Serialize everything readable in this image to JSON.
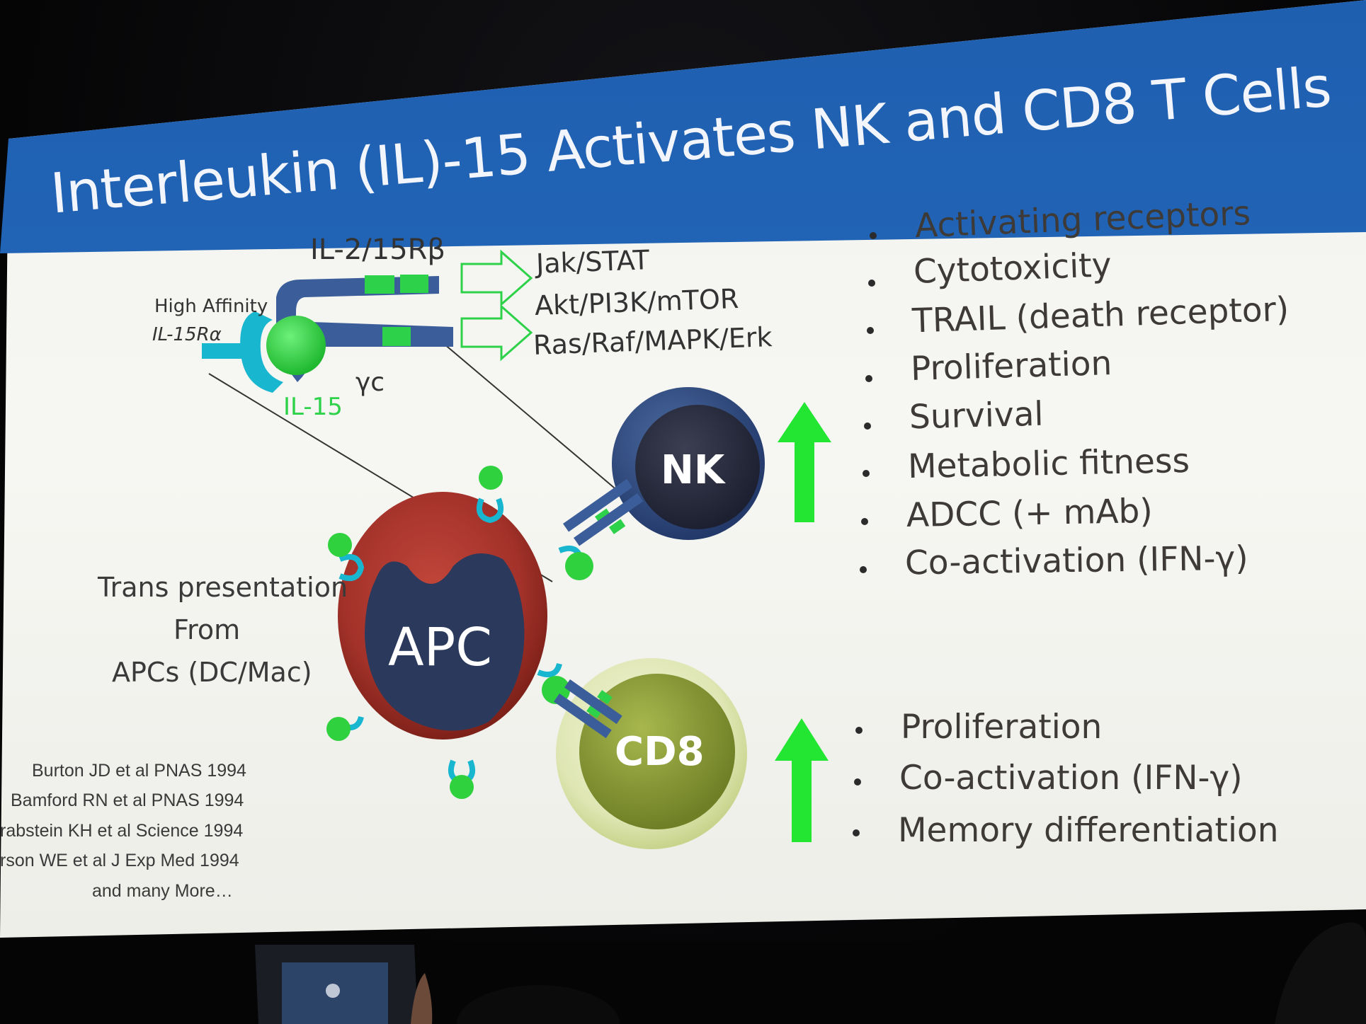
{
  "slide": {
    "title": "Interleukin (IL)-15 Activates NK and CD8 T Cells"
  },
  "diagram": {
    "receptor_beta_label": "IL-2/15Rβ",
    "receptor_alpha_label_line1": "High Affinity",
    "receptor_alpha_label_line2": "IL-15Rα",
    "gamma_label": "γc",
    "il15_label": "IL-15",
    "pathways": [
      "Jak/STAT",
      "Akt/PI3K/mTOR",
      "Ras/Raf/MAPK/Erk"
    ],
    "nk_label": "NK",
    "apc_label": "APC",
    "cd8_label": "CD8",
    "trans_presentation": [
      "Trans presentation",
      "From",
      "APCs (DC/Mac)"
    ]
  },
  "nk_effects": [
    "Activating receptors",
    "Cytotoxicity",
    "TRAIL (death receptor)",
    "Proliferation",
    "Survival",
    "Metabolic fitness",
    "ADCC (+ mAb)",
    "Co-activation (IFN-γ)"
  ],
  "cd8_effects": [
    "Proliferation",
    "Co-activation (IFN-γ)",
    "Memory differentiation"
  ],
  "references": [
    "Burton JD et al PNAS 1994",
    "Bamford RN et al PNAS 1994",
    "rabstein KH et al Science 1994",
    "rson WE et al J Exp Med 1994",
    "and many More…"
  ],
  "colors": {
    "banner_blue": "#2469bc",
    "apc_red": "#a3322a",
    "cell_navy": "#2b3a5c",
    "cd8_olive": "#8ea03a",
    "il15_green": "#2fd13f",
    "arrow_green": "#22e632",
    "receptor_cyan": "#19b6d0",
    "receptor_blue": "#3b5e9a"
  }
}
